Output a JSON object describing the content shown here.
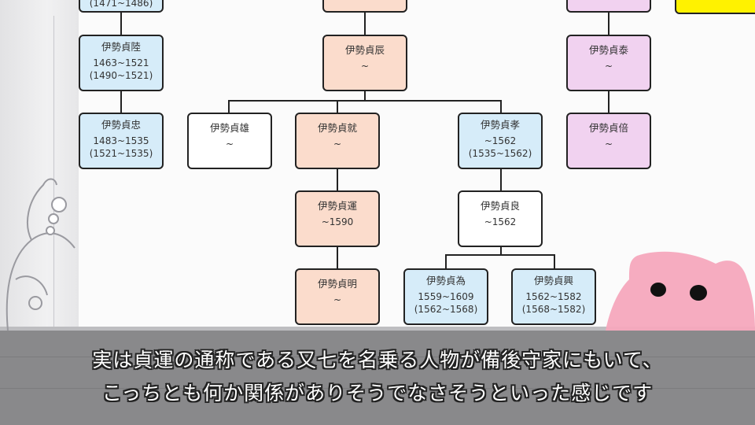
{
  "tree": {
    "nodes": {
      "top_left": {
        "lines": [
          "(1471~1486)"
        ]
      },
      "sadamutsu": {
        "name": "伊勢貞陸",
        "lines": [
          "1463~1521",
          "(1490~1521)"
        ]
      },
      "sadatada": {
        "name": "伊勢貞忠",
        "lines": [
          "1483~1535",
          "(1521~1535)"
        ]
      },
      "sadatoki": {
        "name": "伊勢貞辰",
        "lines": [
          "~"
        ]
      },
      "sadao": {
        "name": "伊勢貞雄",
        "lines": [
          "~"
        ]
      },
      "sadanari": {
        "name": "伊勢貞就",
        "lines": [
          "~"
        ]
      },
      "sadataka": {
        "name": "伊勢貞孝",
        "lines": [
          "~1562",
          "(1535~1562)"
        ]
      },
      "sadayasu": {
        "name": "伊勢貞泰",
        "lines": [
          "~"
        ]
      },
      "sadamasu": {
        "name": "伊勢貞倍",
        "lines": [
          "~"
        ]
      },
      "sadakazu": {
        "name": "伊勢貞運",
        "lines": [
          "~1590"
        ]
      },
      "sadayoshi": {
        "name": "伊勢貞良",
        "lines": [
          "~1562"
        ]
      },
      "sadaaki": {
        "name": "伊勢貞明",
        "lines": [
          "~"
        ]
      },
      "sadatame": {
        "name": "伊勢貞為",
        "lines": [
          "1559~1609",
          "(1562~1568)"
        ]
      },
      "sadaoki": {
        "name": "伊勢貞興",
        "lines": [
          "1562~1582",
          "(1568~1582)"
        ]
      }
    }
  },
  "subtitle": {
    "line1": "実は貞運の通称である又七を名乗る人物が備後守家にもいて、",
    "line2": "こっちとも何か関係がありそうでなさそうといった感じです"
  },
  "colors": {
    "blue": "#d6ecf9",
    "peach": "#fbdccc",
    "pink": "#f1d2f0",
    "yellow": "#fff200"
  }
}
